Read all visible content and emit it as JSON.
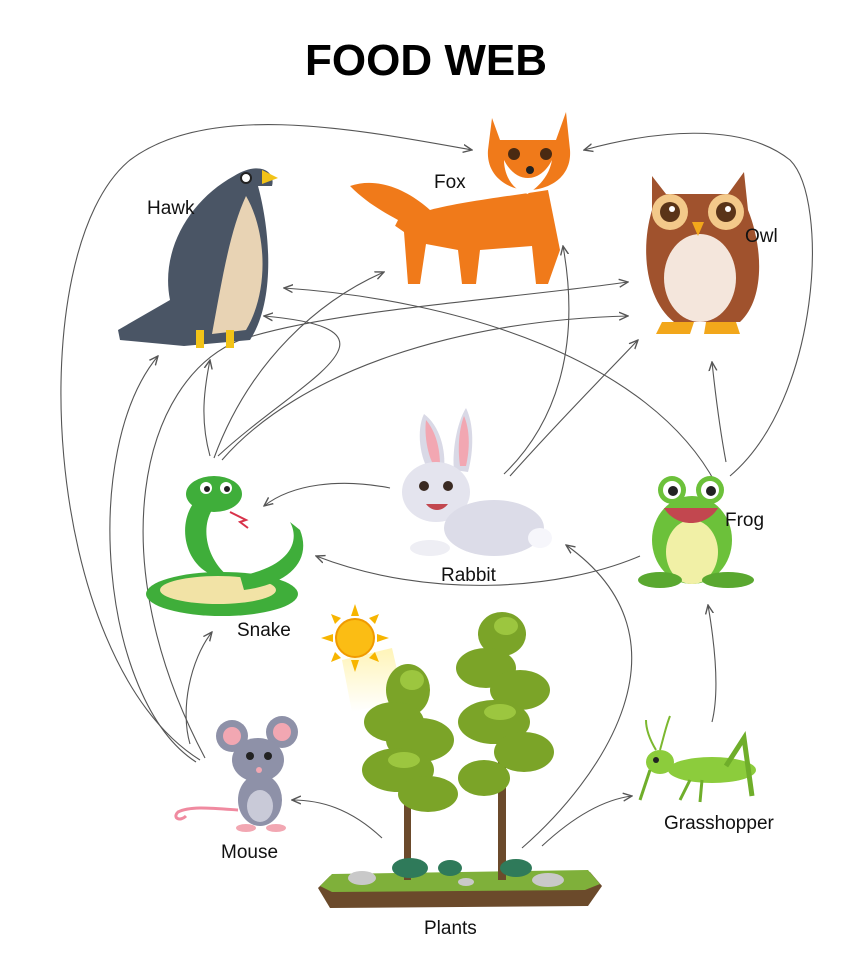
{
  "title": "FOOD WEB",
  "nodes": {
    "hawk": "Hawk",
    "fox": "Fox",
    "owl": "Owl",
    "rabbit": "Rabbit",
    "snake": "Snake",
    "frog": "Frog",
    "mouse": "Mouse",
    "grasshopper": "Grasshopper",
    "plants": "Plants"
  },
  "edges": [
    {
      "from": "Plants",
      "to": "Mouse"
    },
    {
      "from": "Plants",
      "to": "Rabbit"
    },
    {
      "from": "Plants",
      "to": "Grasshopper"
    },
    {
      "from": "Grasshopper",
      "to": "Frog"
    },
    {
      "from": "Mouse",
      "to": "Snake"
    },
    {
      "from": "Mouse",
      "to": "Hawk"
    },
    {
      "from": "Mouse",
      "to": "Fox"
    },
    {
      "from": "Mouse",
      "to": "Owl"
    },
    {
      "from": "Rabbit",
      "to": "Snake"
    },
    {
      "from": "Rabbit",
      "to": "Fox"
    },
    {
      "from": "Rabbit",
      "to": "Owl"
    },
    {
      "from": "Frog",
      "to": "Snake"
    },
    {
      "from": "Frog",
      "to": "Hawk"
    },
    {
      "from": "Frog",
      "to": "Owl"
    },
    {
      "from": "Frog",
      "to": "Fox"
    },
    {
      "from": "Snake",
      "to": "Hawk"
    },
    {
      "from": "Snake",
      "to": "Fox"
    },
    {
      "from": "Snake",
      "to": "Owl"
    }
  ],
  "colors": {
    "arrow": "#555555",
    "sun": "#f7b500",
    "fox": "#f07a1a",
    "owl": "#a0522d",
    "hawk": "#4a5565",
    "snake": "#3fae3a",
    "frog": "#6cc13a",
    "rabbit": "#d9d9e6",
    "mouse": "#8e91a8",
    "grasshopper": "#8ccc3c",
    "tree": "#7ba428",
    "ground": "#6b4a2b"
  }
}
